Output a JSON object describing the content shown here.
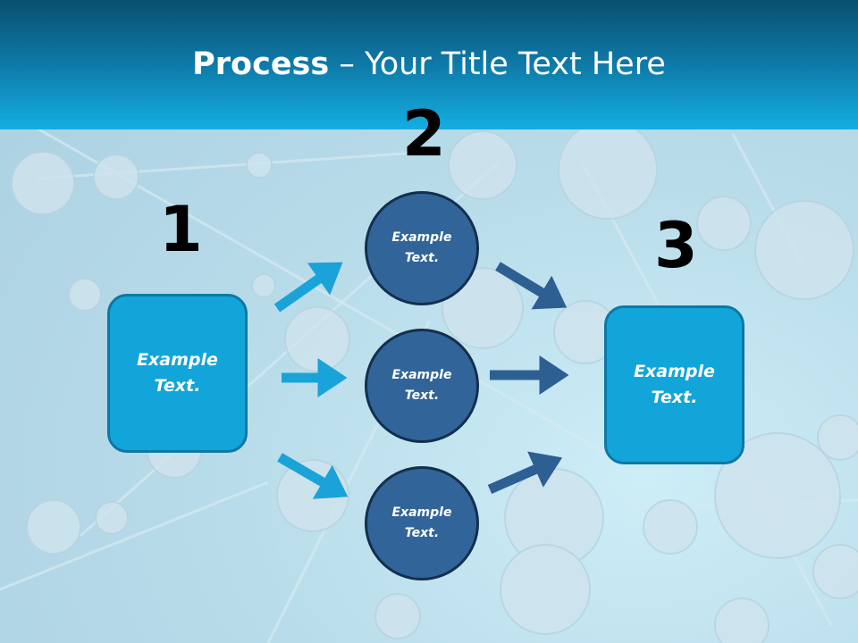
{
  "title": {
    "bold": "Process",
    "rest": " – Your Title Text Here"
  },
  "steps": [
    {
      "number": "1",
      "line1": "Example",
      "line2": "Text."
    },
    {
      "number": "2",
      "items": [
        {
          "line1": "Example",
          "line2": "Text."
        },
        {
          "line1": "Example",
          "line2": "Text."
        },
        {
          "line1": "Example",
          "line2": "Text."
        }
      ]
    },
    {
      "number": "3",
      "line1": "Example",
      "line2": "Text."
    }
  ],
  "colors": {
    "box": "#12a5d9",
    "circle": "#31659a",
    "arrow_light": "#1aa3d8",
    "arrow_dark": "#2e5f93"
  }
}
